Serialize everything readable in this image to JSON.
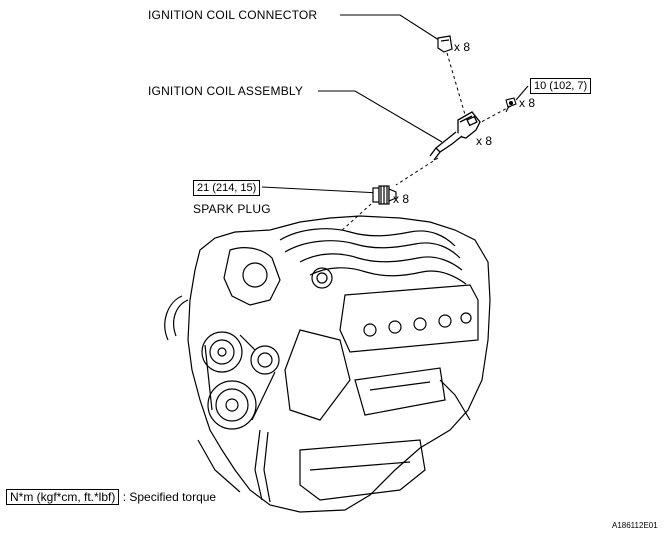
{
  "labels": {
    "ignition_coil_connector": "IGNITION COIL CONNECTOR",
    "ignition_coil_assembly": "IGNITION COIL ASSEMBLY",
    "spark_plug": "SPARK PLUG"
  },
  "quantities": {
    "connector_qty": "x 8",
    "bolt_qty": "x 8",
    "coil_qty": "x 8",
    "spark_plug_qty": "x 8"
  },
  "torques": {
    "coil_bolt": "10 (102, 7)",
    "spark_plug": "21 (214, 15)"
  },
  "legend": {
    "unit": "N*m (kgf*cm, ft.*lbf)",
    "text": ": Specified torque"
  },
  "figure_id": "A186112E01"
}
